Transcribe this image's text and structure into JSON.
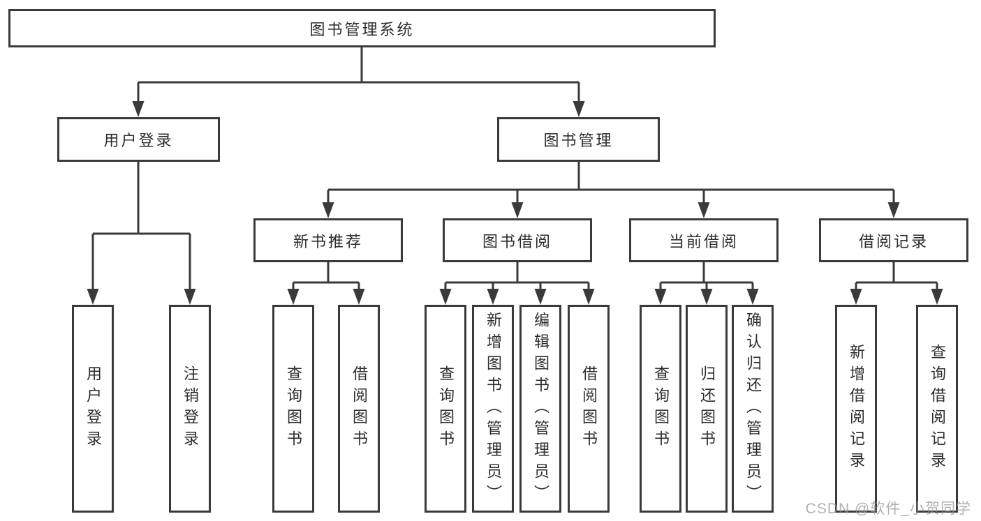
{
  "diagram_type": "hierarchy-tree",
  "tree": {
    "label": "图书管理系统",
    "children": [
      {
        "label": "用户登录",
        "children": [
          {
            "label": "用户登录"
          },
          {
            "label": "注销登录"
          }
        ]
      },
      {
        "label": "图书管理",
        "children": [
          {
            "label": "新书推荐",
            "children": [
              {
                "label": "查询图书"
              },
              {
                "label": "借阅图书"
              }
            ]
          },
          {
            "label": "图书借阅",
            "children": [
              {
                "label": "查询图书"
              },
              {
                "label": "新增图书（管理员）"
              },
              {
                "label": "编辑图书（管理员）"
              },
              {
                "label": "借阅图书"
              }
            ]
          },
          {
            "label": "当前借阅",
            "children": [
              {
                "label": "查询图书"
              },
              {
                "label": "归还图书"
              },
              {
                "label": "确认归还（管理员）"
              }
            ]
          },
          {
            "label": "借阅记录",
            "children": [
              {
                "label": "新增借阅记录"
              },
              {
                "label": "查询借阅记录"
              }
            ]
          }
        ]
      }
    ]
  },
  "watermark": {
    "text": "CSDN @软件_小贺同学"
  },
  "colors": {
    "line": "#3a3a3a",
    "box_border": "#3a3a3a",
    "text": "#2d2d2d",
    "watermark": "#969696",
    "background": "#ffffff"
  }
}
